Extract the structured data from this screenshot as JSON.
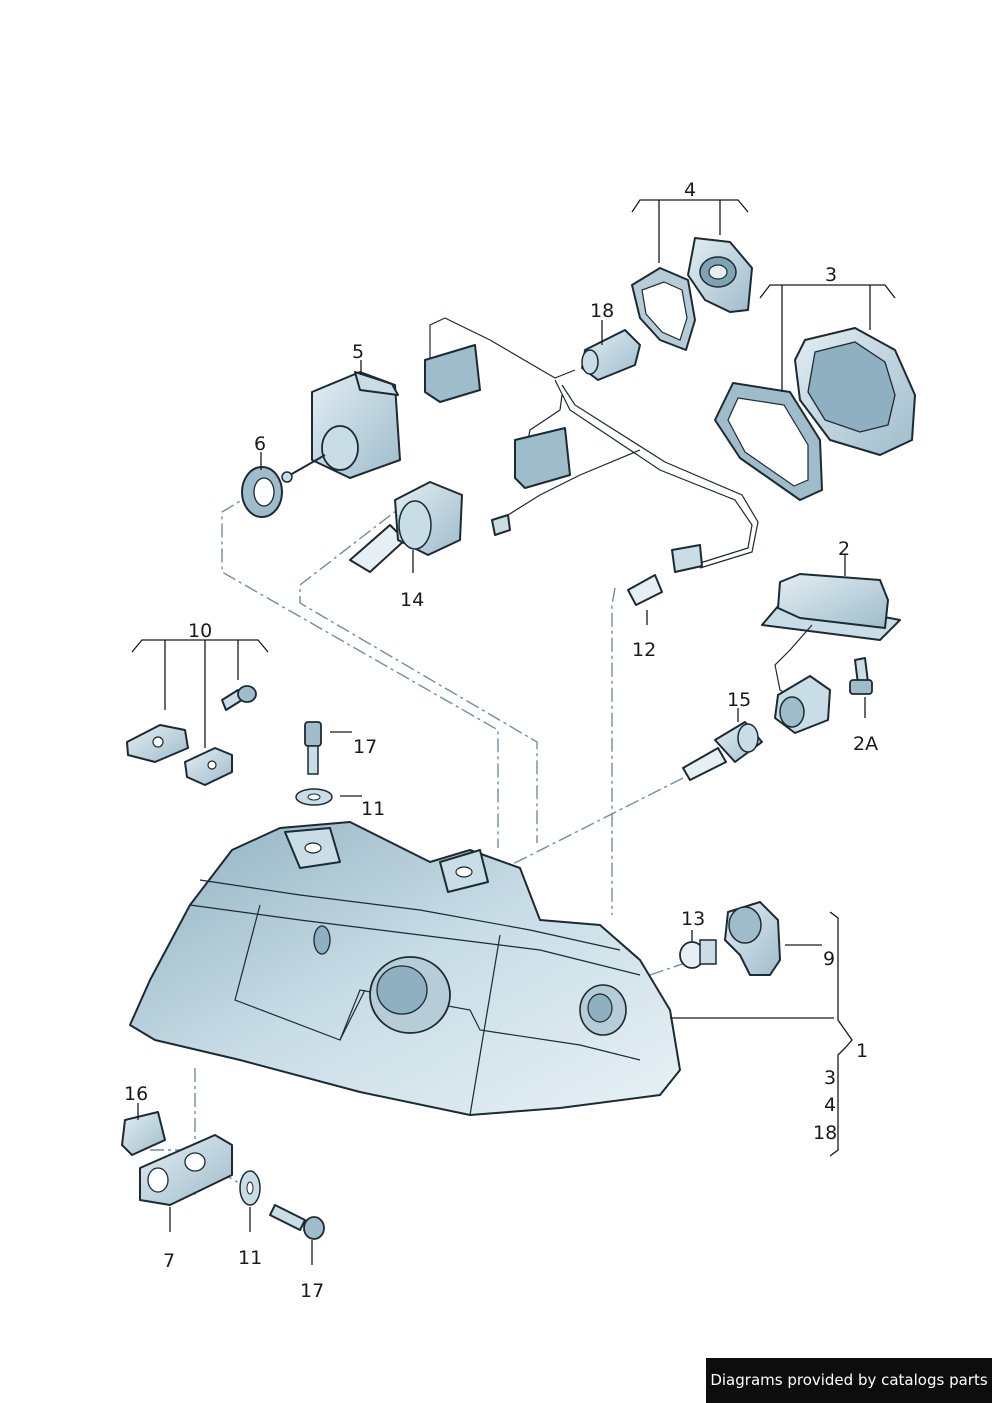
{
  "labels": {
    "l4": "4",
    "l3": "3",
    "l18": "18",
    "l5": "5",
    "l6": "6",
    "l14": "14",
    "l2": "2",
    "l12": "12",
    "l10": "10",
    "l17a": "17",
    "l11a": "11",
    "l15": "15",
    "l2a": "2A",
    "l13": "13",
    "l9": "9",
    "l1": "1",
    "l1_3": "3",
    "l1_4": "4",
    "l1_18": "18",
    "l16": "16",
    "l7": "7",
    "l11b": "11",
    "l17b": "17"
  },
  "footer": {
    "text": "Diagrams provided by catalogs parts"
  },
  "colors": {
    "part_fill": "#c9dde6",
    "part_dark": "#7fa3b3",
    "part_light": "#e6f0f4",
    "outline": "#1c2a33",
    "leader_dash": "#6d8fa6",
    "footer_bg": "#0d0d0d"
  }
}
